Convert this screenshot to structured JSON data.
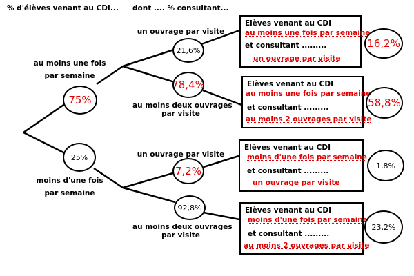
{
  "headers": {
    "left": "% d'élèves venant au CDI...",
    "middle": "dont .... % consultant..."
  },
  "level1": [
    {
      "label_line1": "au moins une fois",
      "label_line2": "par semaine",
      "percent": "75%"
    },
    {
      "label_line1": "moins d'une fois",
      "label_line2": "par semaine",
      "percent": "25%"
    }
  ],
  "level2": [
    {
      "label_line1": "un ouvrage par visite",
      "label_line2": "",
      "percent": "21,6%"
    },
    {
      "label_line1": "au moins deux ouvrages",
      "label_line2": "par visite",
      "percent": "78,4%"
    },
    {
      "label_line1": "un ouvrage par visite",
      "label_line2": "",
      "percent": "7,2%"
    },
    {
      "label_line1": "au moins deux ouvrages",
      "label_line2": "par visite",
      "percent": "92,8%"
    }
  ],
  "boxes": [
    {
      "line1": "Elèves venant au CDI",
      "line2": "au moins une fois par semaine",
      "line3": "et consultant .........",
      "line4": "un ouvrage par visite",
      "result": "16,2%"
    },
    {
      "line1": "Elèves venant au CDI",
      "line2": "au moins une fois par semaine",
      "line3": "et consultant .........",
      "line4": "au moins 2 ouvrages par visite",
      "result": "58,8%"
    },
    {
      "line1": "Elèves venant au CDI",
      "line2": "moins d'une fois par semaine",
      "line3": "et consultant .........",
      "line4": "un ouvrage par visite",
      "result": "1,8%"
    },
    {
      "line1": "Elèves venant au CDI",
      "line2": "moins d'une fois par semaine",
      "line3": "et consultant .........",
      "line4": "au moins 2 ouvrages par visite",
      "result": "23,2%"
    }
  ],
  "colors": {
    "highlight": "#e00000",
    "ink": "#000000"
  }
}
